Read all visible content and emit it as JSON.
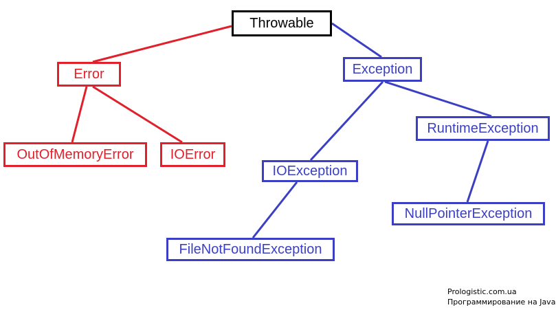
{
  "diagram": {
    "nodes": {
      "throwable": "Throwable",
      "error": "Error",
      "out_of_memory_error": "OutOfMemoryError",
      "io_error": "IOError",
      "exception": "Exception",
      "runtime_exception": "RuntimeException",
      "io_exception": "IOException",
      "null_pointer_exception": "NullPointerException",
      "file_not_found_exception": "FileNotFoundException"
    },
    "colors": {
      "root": "#000000",
      "error_branch": "#e0202a",
      "exception_branch": "#3b3fc4"
    }
  },
  "watermark": {
    "site": "Prologistic.com.ua",
    "subtitle": "Программирование на Java"
  }
}
